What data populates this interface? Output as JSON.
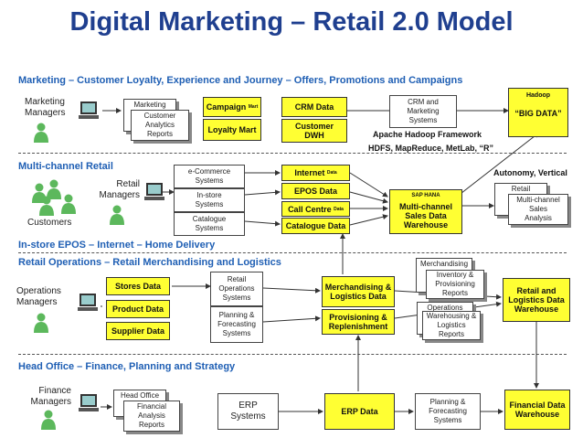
{
  "title": "Digital Marketing – Retail 2.0 Model",
  "sections": {
    "marketing": "Marketing – Customer Loyalty, Experience and Journey – Offers, Promotions and Campaigns",
    "multichannel": "Multi-channel Retail",
    "instore": "In-store EPOS – Internet – Home Delivery",
    "operations": "Retail Operations – Retail Merchandising and Logistics",
    "headoffice": "Head Office – Finance, Planning and Strategy"
  },
  "actors": {
    "marketing_managers": "Marketing\nManagers",
    "retail_managers": "Retail\nManagers",
    "customers": "Customers",
    "operations_managers": "Operations\nManagers",
    "finance_managers": "Finance\nManagers"
  },
  "reports": {
    "marketing_back": "Marketing",
    "marketing_front": "Customer\nAnalytics\nReports",
    "retail_back": "Retail",
    "retail_front": "Multi-channel\nSales\nAnalysis",
    "merch_back": "Merchandising",
    "merch_front": "Inventory &\nProvisioning\nReports",
    "ops_back": "Operations",
    "ops_front": "Warehousing &\nLogistics\nReports",
    "head_back": "Head Office",
    "head_front": "Financial\nAnalysis\nReports"
  },
  "systems": {
    "crm_marketing": "CRM and\nMarketing\nSystems",
    "ecommerce": "e-Commerce\nSystems",
    "instore": "In-store\nSystems",
    "catalogue": "Catalogue\nSystems",
    "retail_ops": "Retail\nOperations\nSystems",
    "planning": "Planning &\nForecasting\nSystems",
    "erp": "ERP\nSystems",
    "planning_fin": "Planning &\nForecasting\nSystems"
  },
  "data_stores": {
    "campaign": "Campaign",
    "campaign_sub": "Mart",
    "loyalty": "Loyalty Mart",
    "crm_data": "CRM Data",
    "customer_dwh": "Customer\nDWH",
    "hadoop_label": "Hadoop",
    "big_data": "“BIG DATA”",
    "internet": "Internet",
    "internet_sub": "Data",
    "epos": "EPOS Data",
    "callcentre": "Call Centre",
    "callcentre_sub": "Data",
    "catalogue": "Catalogue Data",
    "sap_label": "SAP HANA",
    "sales_dw": "Multi-channel\nSales Data\nWarehouse",
    "stores": "Stores Data",
    "product": "Product Data",
    "supplier": "Supplier Data",
    "merch_logistics": "Merchandising &\nLogistics Data",
    "provisioning": "Provisioning &\nReplenishment",
    "retail_logistics_dw": "Retail and\nLogistics Data\nWarehouse",
    "erp_data": "ERP Data",
    "financial_dw": "Financial Data\nWarehouse"
  },
  "notes": {
    "hadoop_framework": "Apache Hadoop Framework",
    "hdfs": "HDFS, MapReduce, MetLab, “R”",
    "autonomy": "Autonomy,   Vertical"
  },
  "colors": {
    "title": "#1f3f8f",
    "section": "#1f5fb4",
    "data_store": "#ffff33",
    "person": "#5cb85c"
  }
}
